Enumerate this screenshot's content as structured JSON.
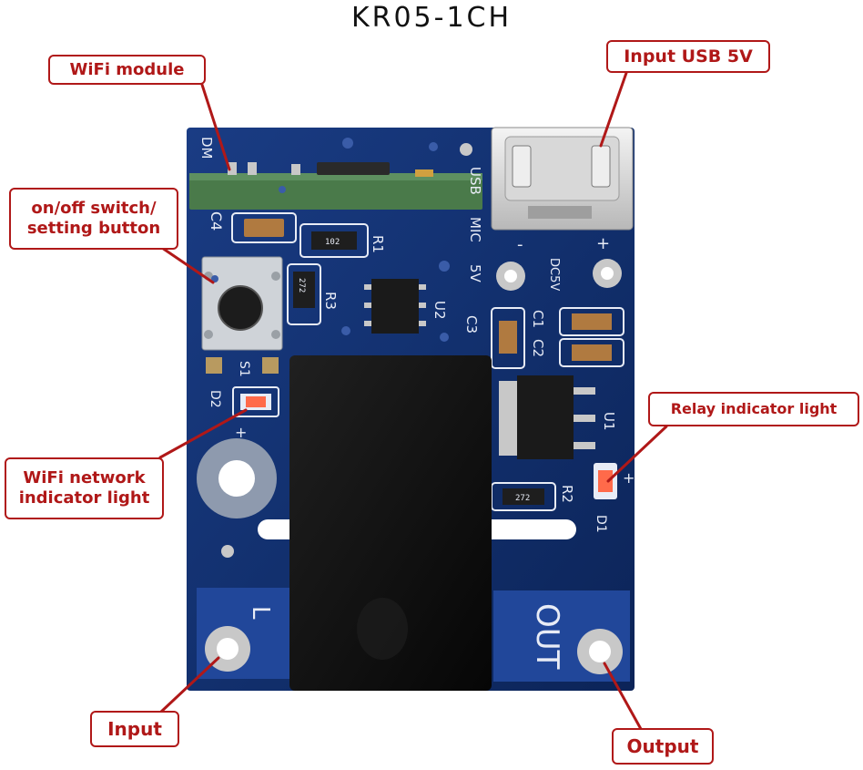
{
  "title": "KR05-1CH",
  "callouts": {
    "wifi_module": "WiFi module",
    "usb_input": "Input USB 5V",
    "switch_line1": "on/off switch/",
    "switch_line2": "setting button",
    "relay_light": "Relay indicator light",
    "network_line1": "WiFi network",
    "network_line2": "indicator light",
    "input": "Input",
    "output": "Output"
  },
  "board_labels": {
    "dm": "DM",
    "usb": "USB",
    "mic": "MIC",
    "five_v": "5V",
    "dc5v": "DC5V",
    "minus": "-",
    "plus": "+",
    "c4": "C4",
    "r1": "R1",
    "r3": "R3",
    "s1": "S1",
    "d2": "D2",
    "u2": "U2",
    "c3": "C3",
    "c1": "C1",
    "c2": "C2",
    "u1": "U1",
    "r2": "R2",
    "d1": "D1",
    "l": "L",
    "out": "OUT",
    "res_code_a": "102",
    "res_code_b": "272",
    "res_code_c": "272"
  },
  "colors": {
    "pcb": "#12306e",
    "callout": "#b01818",
    "silk": "#e8ecf6",
    "relay": "#0c0c0c"
  }
}
